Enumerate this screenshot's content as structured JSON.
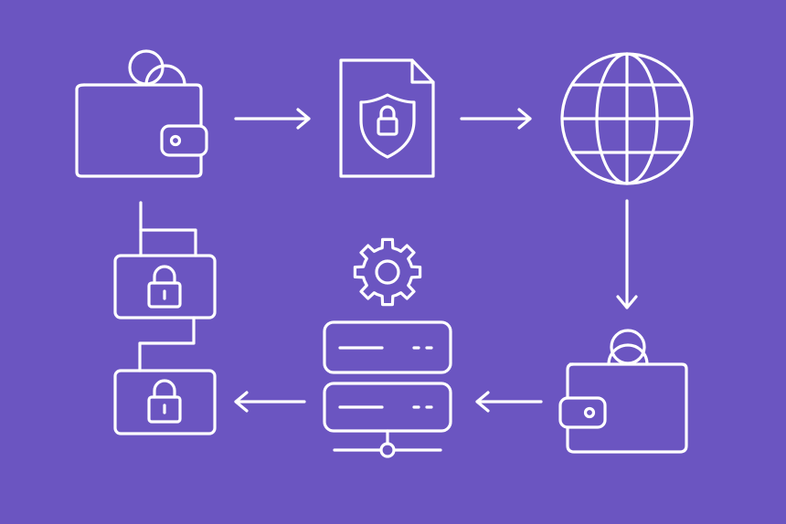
{
  "colors": {
    "background": "#6b55c1",
    "stroke": "#ffffff"
  },
  "diagram": {
    "type": "flow-cycle",
    "nodes": [
      {
        "id": "sender-wallet",
        "icon": "wallet-user-icon"
      },
      {
        "id": "secure-document",
        "icon": "shield-lock-document-icon"
      },
      {
        "id": "network",
        "icon": "globe-icon"
      },
      {
        "id": "receiver-wallet",
        "icon": "wallet-user-icon"
      },
      {
        "id": "server",
        "icon": "server-gear-icon"
      },
      {
        "id": "block-2",
        "icon": "lock-block-icon"
      },
      {
        "id": "block-1",
        "icon": "lock-block-icon"
      }
    ],
    "edges": [
      {
        "from": "sender-wallet",
        "to": "secure-document",
        "kind": "arrow"
      },
      {
        "from": "secure-document",
        "to": "network",
        "kind": "arrow"
      },
      {
        "from": "network",
        "to": "receiver-wallet",
        "kind": "arrow"
      },
      {
        "from": "receiver-wallet",
        "to": "server",
        "kind": "arrow"
      },
      {
        "from": "server",
        "to": "block-2",
        "kind": "arrow"
      },
      {
        "from": "block-2",
        "to": "block-1",
        "kind": "chain-link"
      },
      {
        "from": "block-1",
        "to": "sender-wallet",
        "kind": "chain-link"
      }
    ]
  }
}
